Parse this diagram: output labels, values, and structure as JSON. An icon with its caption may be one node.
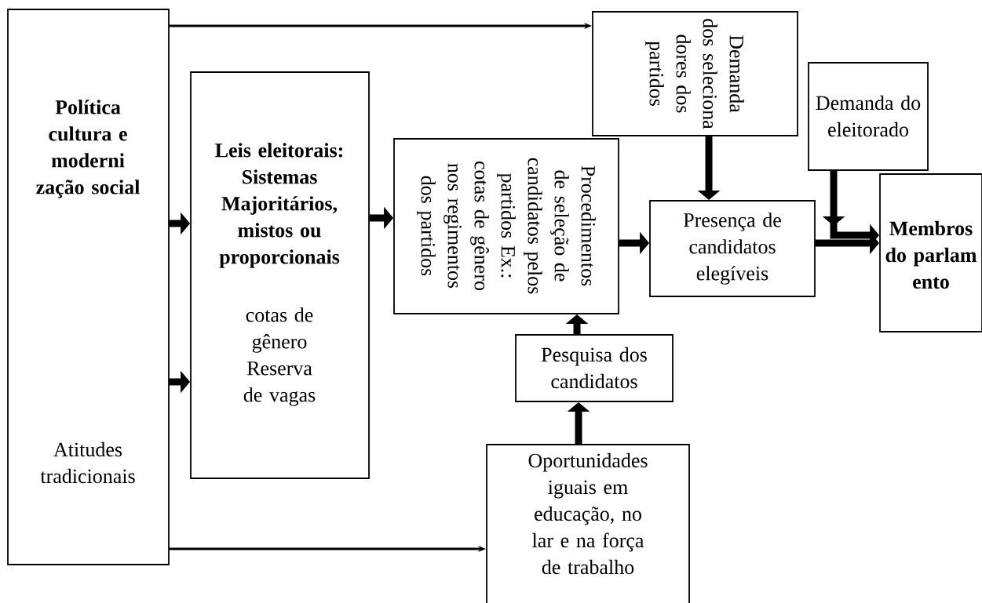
{
  "diagram": {
    "nodes": [
      {
        "text": [
          "Política cultura e moderni zação social",
          "Atitudes tradicionais"
        ]
      },
      {
        "text": [
          "Leis eleitorais: Sistemas Majoritários, mistos ou proporcionais",
          "cotas de gênero Reserva de vagas"
        ]
      },
      {
        "text": [
          "Procedimentos de seleção de candidatos pelos partidos Ex.: cotas de gênero nos regimentos dos partidos"
        ]
      },
      {
        "text": [
          "Demanda dos seleciona dores dos partidos"
        ]
      },
      {
        "text": [
          "Presença de candidatos elegíveis"
        ]
      },
      {
        "text": [
          "Demanda do eleitorado"
        ]
      },
      {
        "text": [
          "Membros do parlam ento"
        ]
      },
      {
        "text": [
          "Pesquisa dos candidatos"
        ]
      },
      {
        "text": [
          "Oportunidades iguais em educação, no lar e na força de trabalho"
        ]
      }
    ],
    "edges": [
      {
        "from": 0,
        "to": 3,
        "arrow": "to"
      },
      {
        "from": 0,
        "to": 1,
        "arrow": "to"
      },
      {
        "from": 0,
        "to": 1,
        "arrow": "to"
      },
      {
        "from": 1,
        "to": 2,
        "arrow": "to"
      },
      {
        "from": 2,
        "to": 4,
        "arrow": "to"
      },
      {
        "from": 3,
        "to": 4,
        "arrow": "to"
      },
      {
        "from": 4,
        "to": 6,
        "arrow": "to"
      },
      {
        "from": 5,
        "to": 6,
        "arrow": "to"
      },
      {
        "from": 7,
        "to": 2,
        "arrow": "to"
      },
      {
        "from": 8,
        "to": 7,
        "arrow": "to"
      },
      {
        "from": 0,
        "to": 8,
        "arrow": "to"
      }
    ]
  }
}
